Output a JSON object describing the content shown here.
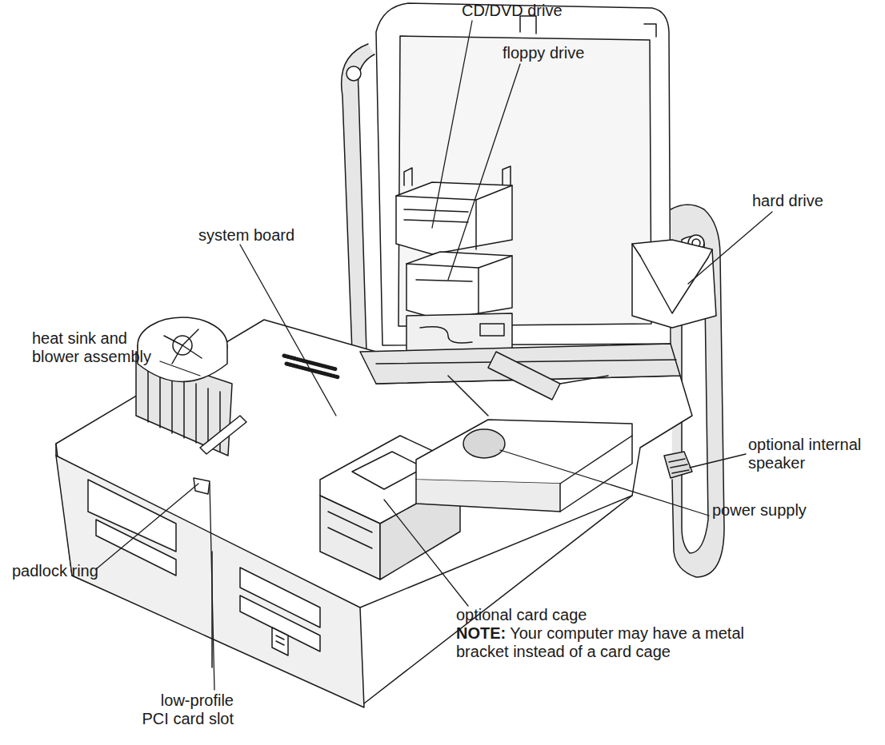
{
  "diagram": {
    "labels": [
      "CD/DVD drive",
      "floppy drive",
      "hard drive",
      "system board",
      "heat sink and blower assembly",
      "optional internal speaker",
      "power supply",
      "padlock ring",
      "optional card cage",
      "low-profile PCI card slot",
      "NOTE:",
      "Your computer may have a metal bracket instead of a card cage"
    ]
  }
}
